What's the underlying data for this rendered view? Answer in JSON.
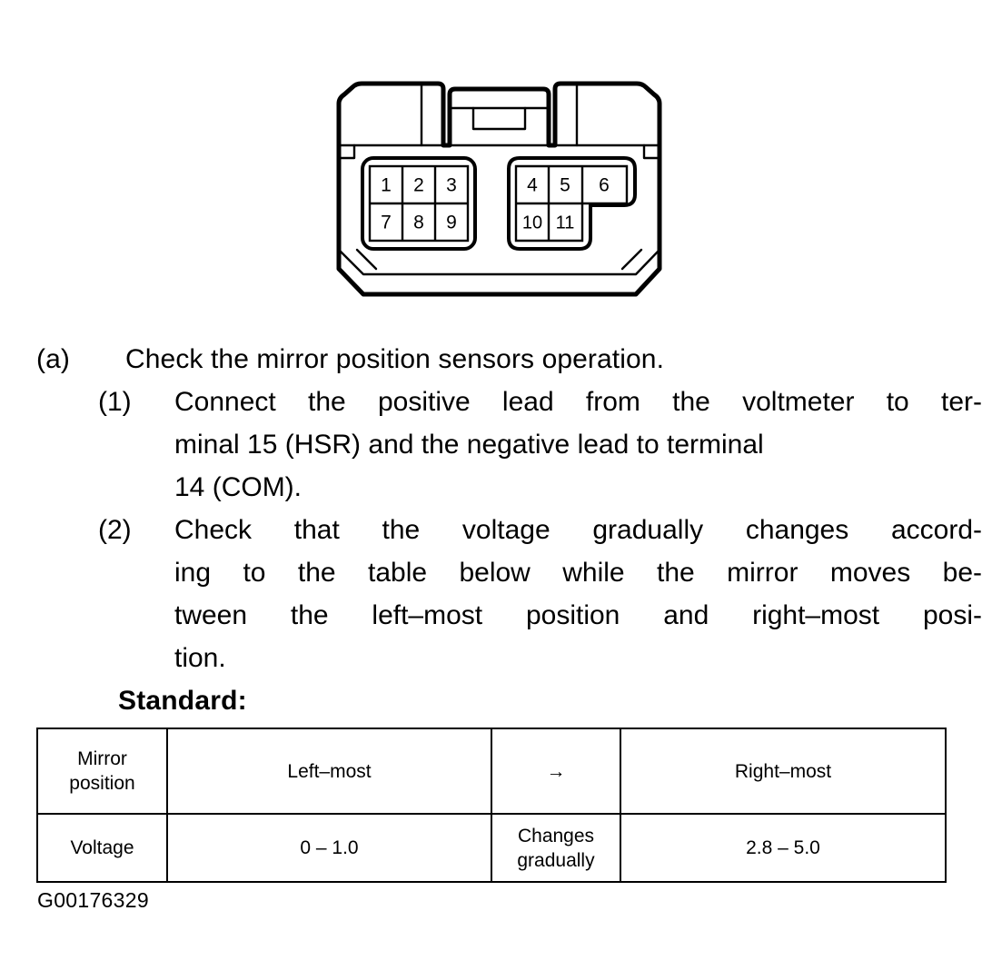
{
  "figure": {
    "name": "connector-pinout-diagram",
    "description": "Vehicle wiring connector face view with numbered terminal cavities",
    "left_block": {
      "rows": [
        [
          "1",
          "2",
          "3"
        ],
        [
          "7",
          "8",
          "9"
        ]
      ]
    },
    "right_block": {
      "rows": [
        [
          "4",
          "5",
          "6"
        ],
        [
          "10",
          "11"
        ]
      ]
    }
  },
  "procedure": {
    "step_a": {
      "marker": "(a)",
      "text": "Check the mirror position sensors operation."
    },
    "substeps": [
      {
        "marker": "(1)",
        "lines": [
          "Connect the positive lead from the voltmeter to ter-",
          "minal 15 (HSR) and the negative lead to terminal",
          "14 (COM)."
        ]
      },
      {
        "marker": "(2)",
        "lines": [
          "Check that the voltage gradually changes accord-",
          "ing to the table below while the mirror moves be-",
          "tween the left–most position and right–most posi-",
          "tion."
        ]
      }
    ]
  },
  "standard": {
    "label": "Standard:"
  },
  "chart_data": {
    "type": "table",
    "title": "Standard:",
    "columns": [
      "Mirror position",
      "Left–most",
      "→",
      "Right–most"
    ],
    "rows": [
      {
        "label": "Voltage",
        "left_most": "0 – 1.0",
        "transition": "Changes gradually",
        "right_most": "2.8 – 5.0"
      }
    ]
  },
  "table": {
    "header": {
      "label_line1": "Mirror",
      "label_line2": "position",
      "left_most": "Left–most",
      "arrow": "→",
      "right_most": "Right–most"
    },
    "row": {
      "label": "Voltage",
      "left_most": "0 – 1.0",
      "transition_line1": "Changes",
      "transition_line2": "gradually",
      "right_most": "2.8 – 5.0"
    }
  },
  "figure_code": "G00176329"
}
